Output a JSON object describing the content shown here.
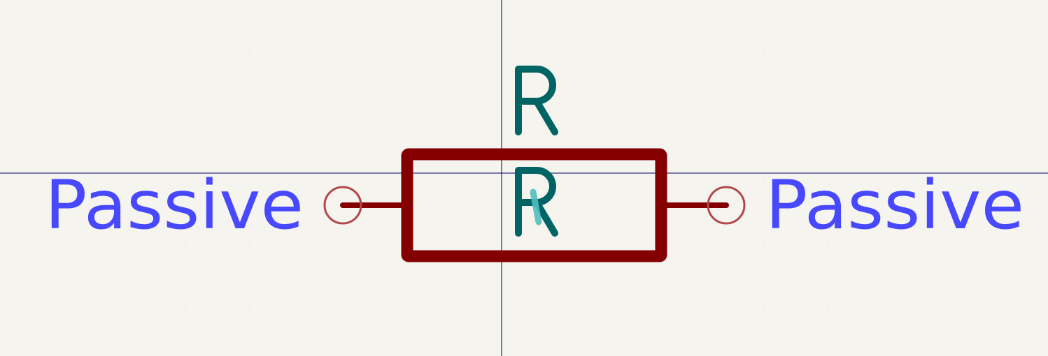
{
  "symbol": {
    "reference": "R",
    "value": "R",
    "pins": [
      {
        "side": "left",
        "electrical_type": "Passive"
      },
      {
        "side": "right",
        "electrical_type": "Passive"
      }
    ]
  },
  "colors": {
    "background": "#f5f4ef",
    "body": "#840000",
    "reference_text": "#006464",
    "pin_type_text": "#4848ff",
    "pin_end_circle": "#b24848",
    "crosshair": "#000066",
    "grid_dot": "#e6e4dd",
    "cursor_mark": "#52bfbf"
  }
}
